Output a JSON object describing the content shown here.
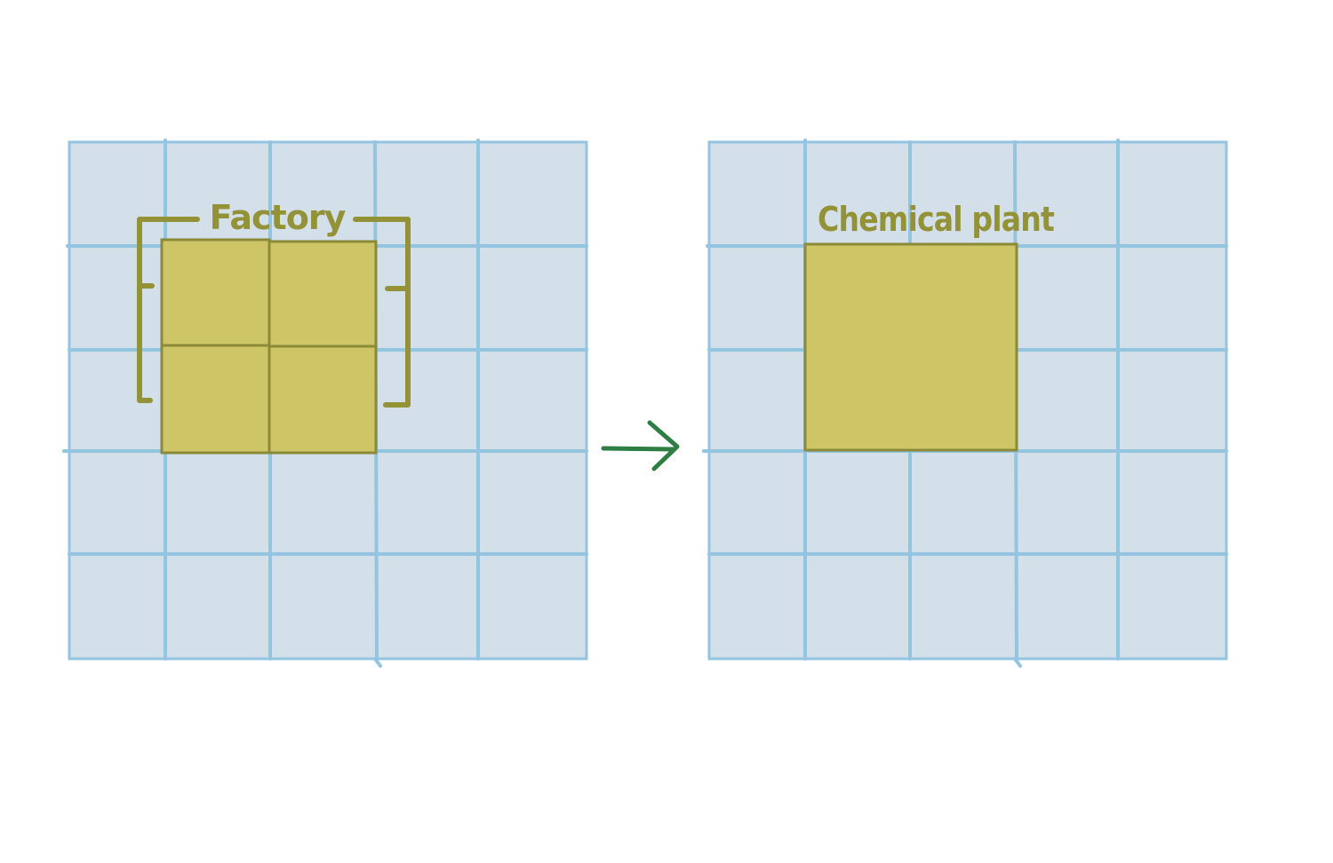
{
  "colors": {
    "background": "#ffffff",
    "grid_fill": "#d3e0ea",
    "grid_line": "#93c4e0",
    "building_fill": "#cec666",
    "building_stroke": "#8a8a38",
    "label": "#949237",
    "arrow": "#2e7d42"
  },
  "grid": {
    "rows": 5,
    "cols": 5
  },
  "left_panel": {
    "label": "Factory",
    "building": {
      "cells": "2x2",
      "subdivided": true,
      "bracketed": true
    }
  },
  "right_panel": {
    "label": "Chemical plant",
    "building": {
      "cells": "2x2",
      "subdivided": false,
      "bracketed": false
    }
  },
  "transition": {
    "icon": "arrow-right-icon"
  }
}
